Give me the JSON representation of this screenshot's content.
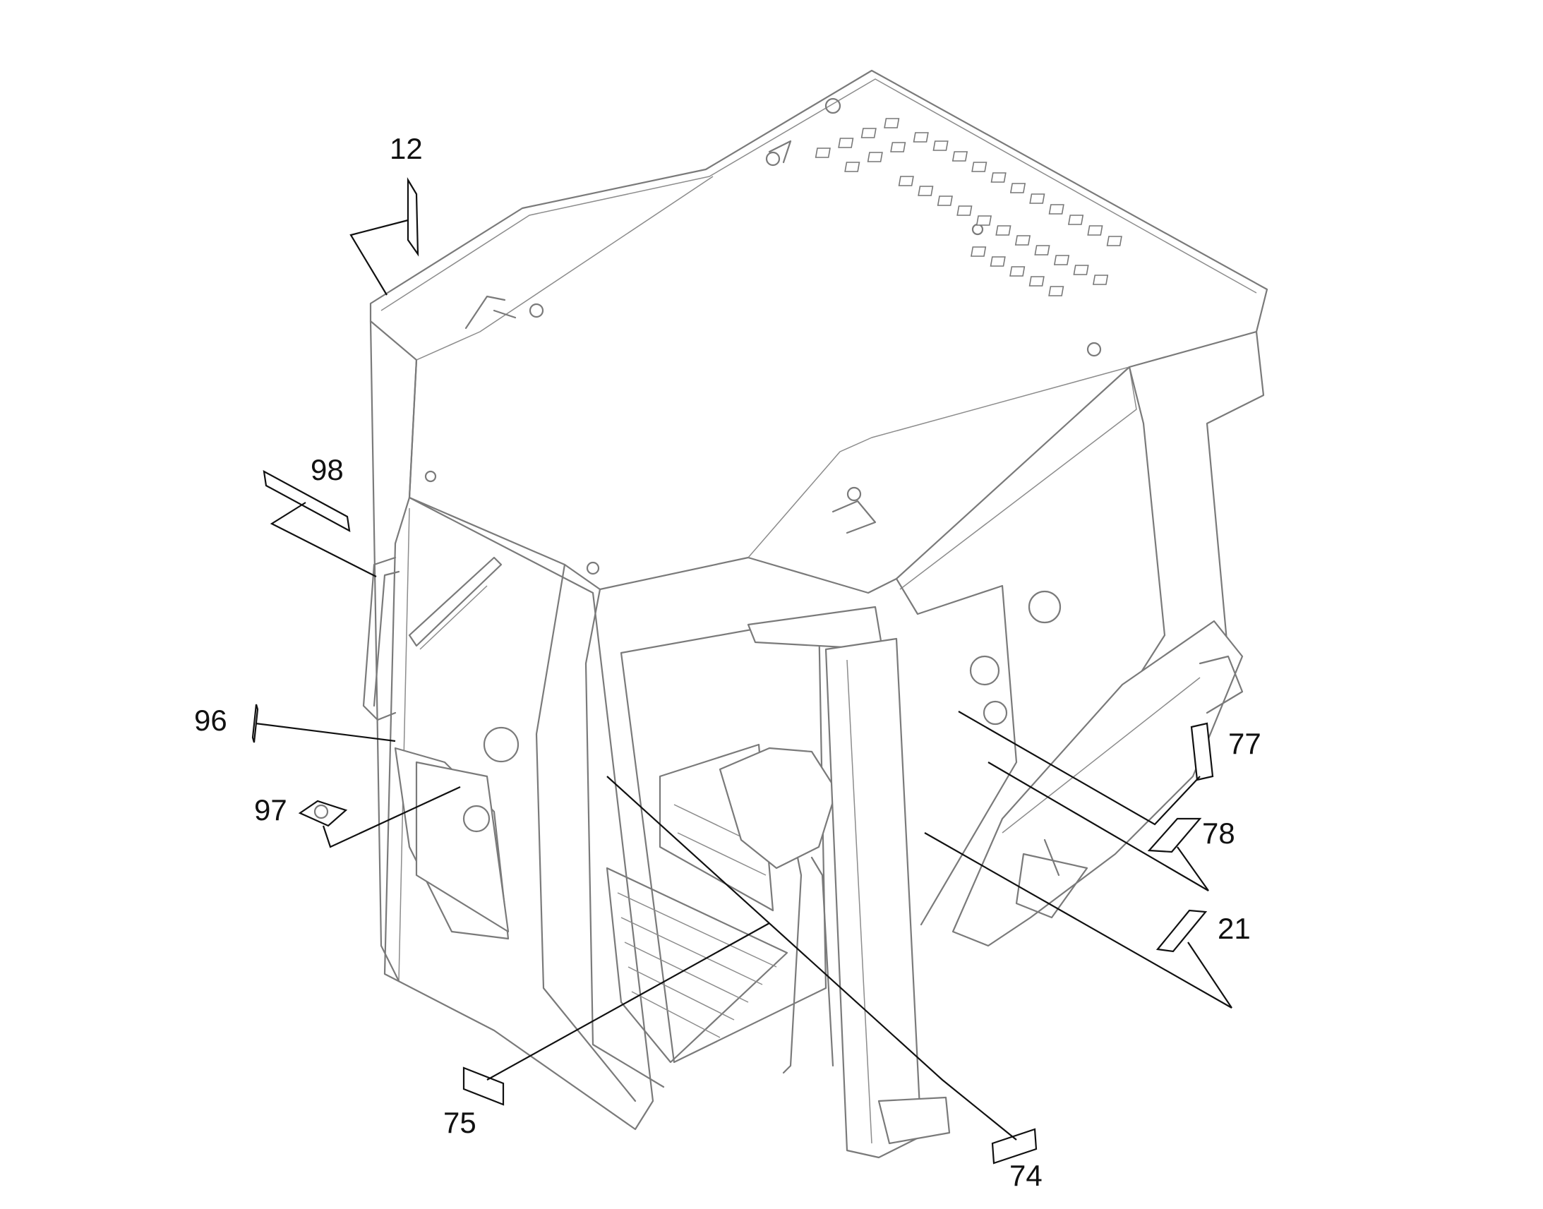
{
  "callouts": [
    {
      "id": "c12",
      "label": "12"
    },
    {
      "id": "c98",
      "label": "98"
    },
    {
      "id": "c96",
      "label": "96"
    },
    {
      "id": "c97",
      "label": "97"
    },
    {
      "id": "c75",
      "label": "75"
    },
    {
      "id": "c74",
      "label": "74"
    },
    {
      "id": "c21",
      "label": "21"
    },
    {
      "id": "c78",
      "label": "78"
    },
    {
      "id": "c77",
      "label": "77"
    }
  ]
}
